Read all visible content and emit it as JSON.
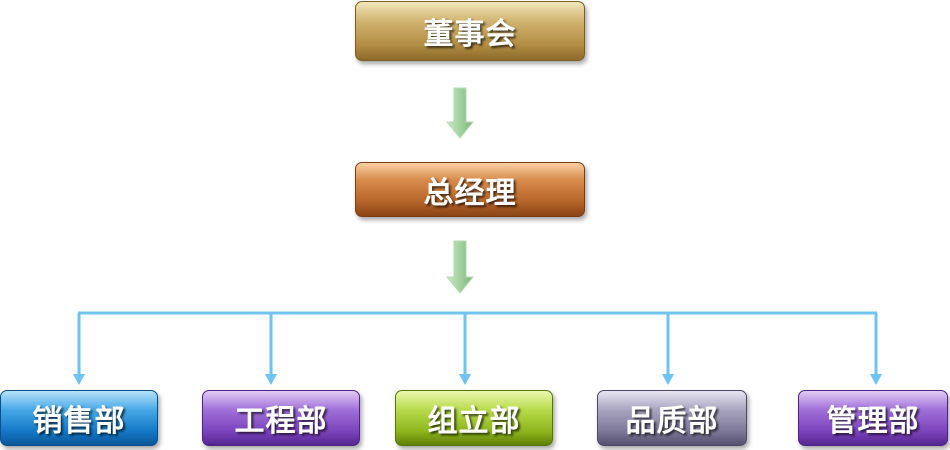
{
  "org_chart": {
    "board": {
      "label": "董事会"
    },
    "general_manager": {
      "label": "总经理"
    },
    "departments": [
      {
        "label": "销售部"
      },
      {
        "label": "工程部"
      },
      {
        "label": "组立部"
      },
      {
        "label": "品质部"
      },
      {
        "label": "管理部"
      }
    ]
  },
  "colors": {
    "connector_line": "#6ec3f1",
    "arrow_green": "#9fcf9b",
    "board": "#b48f45",
    "general_manager": "#b7652a",
    "sales": "#1477c6",
    "engineering": "#7a43bc",
    "assembly": "#8db51c",
    "quality": "#7d7898",
    "administration": "#7a43bc"
  }
}
